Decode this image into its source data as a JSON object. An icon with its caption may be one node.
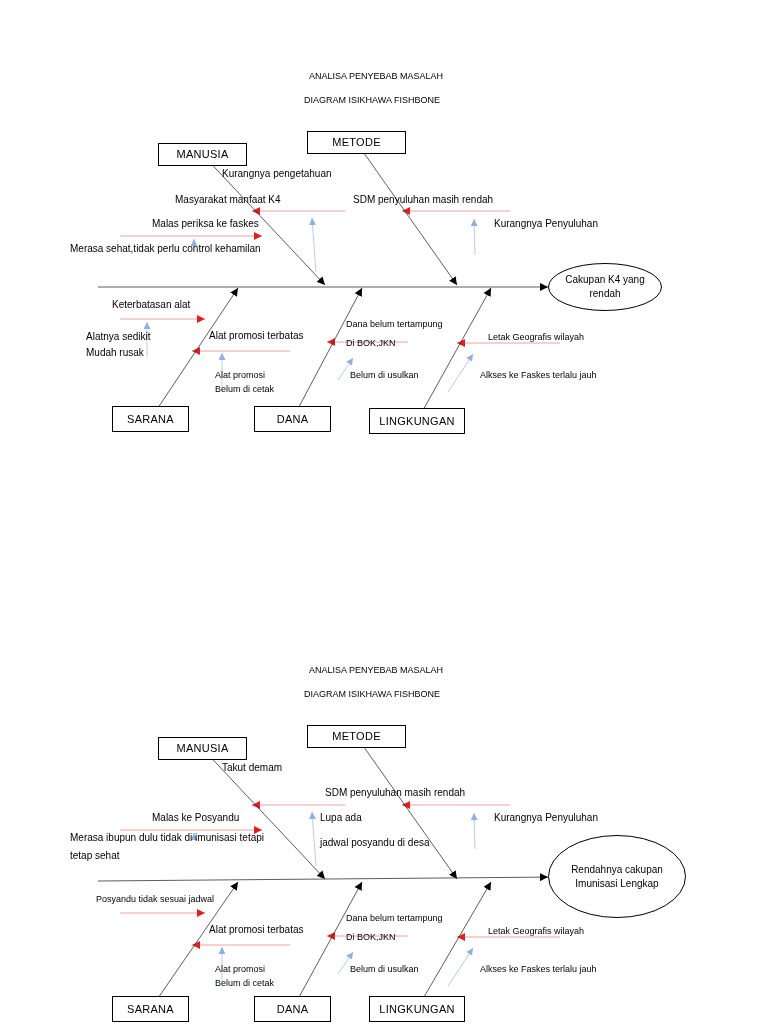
{
  "diagram": {
    "nodes": [
      {
        "text": [
          "MANUSIA"
        ]
      },
      {
        "text": [
          "METODE"
        ]
      },
      {
        "text": [
          "Cakupan K4 yang rendah"
        ]
      },
      {
        "text": [
          "SARANA"
        ]
      },
      {
        "text": [
          "DANA"
        ]
      },
      {
        "text": [
          "LINGKUNGAN"
        ]
      },
      {
        "text": [
          "MANUSIA"
        ]
      },
      {
        "text": [
          "METODE"
        ]
      },
      {
        "text": [
          "Rendahnya cakupan Imunisasi Lengkap"
        ]
      },
      {
        "text": [
          "SARANA"
        ]
      },
      {
        "text": [
          "DANA"
        ]
      },
      {
        "text": [
          "LINGKUNGAN"
        ]
      }
    ],
    "edges": [
      {
        "from": 0,
        "to": null,
        "arrow": "to"
      },
      {
        "from": 1,
        "to": null,
        "arrow": "to"
      },
      {
        "from": null,
        "to": 2,
        "arrow": "to"
      },
      {
        "from": 3,
        "to": null,
        "arrow": "to"
      },
      {
        "from": 4,
        "to": null,
        "arrow": "to"
      },
      {
        "from": 5,
        "to": null,
        "arrow": "to"
      },
      {
        "from": 6,
        "to": null,
        "arrow": "to"
      },
      {
        "from": 7,
        "to": null,
        "arrow": "to"
      },
      {
        "from": null,
        "to": 8,
        "arrow": "to"
      },
      {
        "from": 9,
        "to": null,
        "arrow": "to"
      },
      {
        "from": 10,
        "to": null,
        "arrow": "to"
      },
      {
        "from": 11,
        "to": null,
        "arrow": "to"
      }
    ],
    "labels": [
      "ANALISA PENYEBAB MASALAH",
      "DIAGRAM ISIKHAWA FISHBONE",
      "Kurangnya pengetahuan",
      "Masyarakat manfaat K4",
      "SDM penyuluhan masih rendah",
      "Malas periksa ke faskes",
      "Kurangnya Penyuluhan",
      "Merasa sehat,tidak perlu control kehamilan",
      "Keterbatasan alat",
      "Alatnya sedikit Mudah rusak",
      "Alat promosi terbatas",
      "Dana belum tertampung Di BOK,JKN",
      "Letak Geografis wilayah",
      "Alat promosi Belum di cetak",
      "Belum di usulkan",
      "Alkses ke Faskes terlalu jauh",
      "ANALISA PENYEBAB MASALAH",
      "DIAGRAM ISIKHAWA FISHBONE",
      "Takut demam",
      "SDM penyuluhan masih rendah",
      "Malas ke Posyandu",
      "Lupa ada",
      "Kurangnya Penyuluhan",
      "Merasa ibupun dulu tidak di imunisasi tetapi tetap sehat",
      "jadwal posyandu di desa",
      "Posyandu tidak sesuai jadwal",
      "Alat promosi terbatas",
      "Dana belum tertampung Di BOK,JKN",
      "Letak Geografis wilayah",
      "Alat promosi Belum di cetak",
      "Belum di usulkan",
      "Alkses ke Faskes terlalu jauh"
    ]
  }
}
